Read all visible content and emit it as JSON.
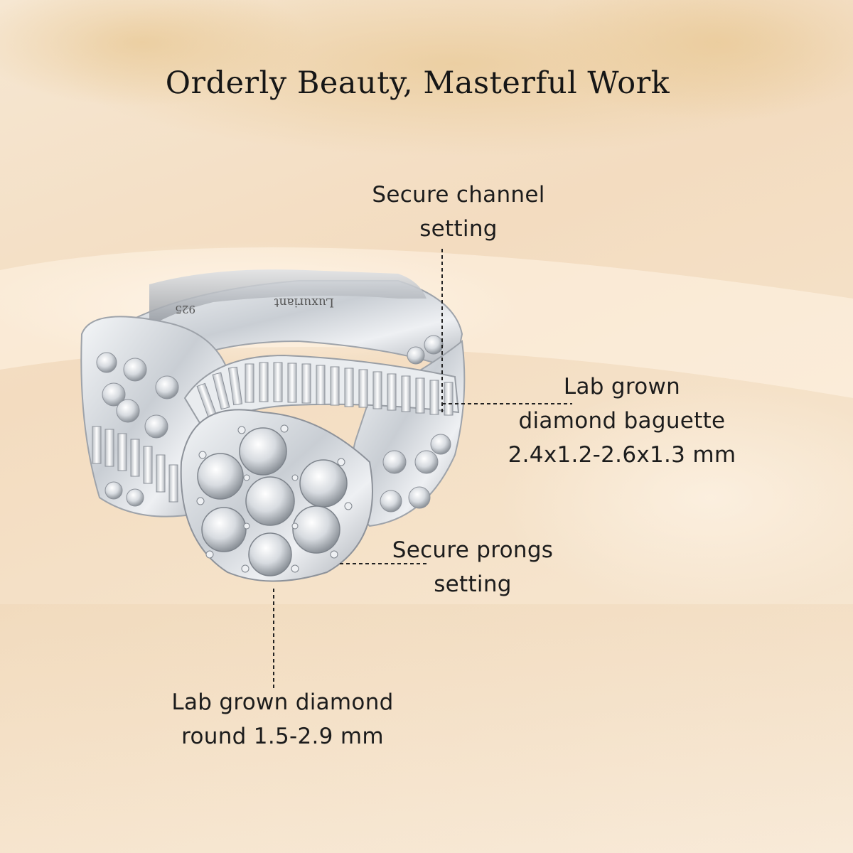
{
  "title": "Orderly Beauty, Masterful Work",
  "callouts": {
    "channel": [
      "Secure channel",
      "setting"
    ],
    "baguette": [
      "Lab grown",
      "diamond baguette",
      "2.4x1.2-2.6x1.3 mm"
    ],
    "prongs": [
      "Secure prongs",
      "setting"
    ],
    "round": [
      "Lab grown diamond",
      "round 1.5-2.9 mm"
    ]
  },
  "engravings": {
    "hallmark": "925",
    "brand": "Luxuriant"
  },
  "colors": {
    "background": "#f3dcc0",
    "metal": "#d9dde2",
    "text": "#1a1a1a"
  }
}
